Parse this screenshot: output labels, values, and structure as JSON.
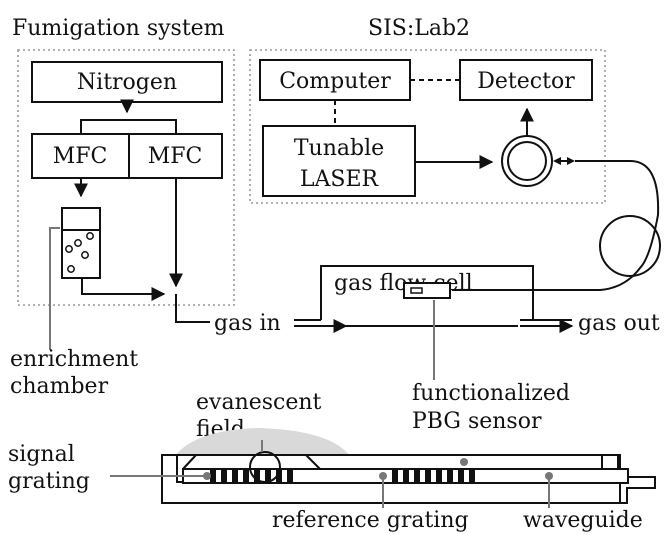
{
  "groups": {
    "fumigation": "Fumigation system",
    "sis": "SIS:Lab2"
  },
  "boxes": {
    "nitrogen": "Nitrogen",
    "mfc_left": "MFC",
    "mfc_right": "MFC",
    "computer": "Computer",
    "detector": "Detector",
    "laser_line1": "Tunable",
    "laser_line2": "LASER"
  },
  "labels": {
    "gas_flow_cell": "gas flow cell",
    "gas_in": "gas in",
    "gas_out": "gas out",
    "enrichment_line1": "enrichment",
    "enrichment_line2": "chamber",
    "evanescent_line1": "evanescent",
    "evanescent_line2": "field",
    "functionalized_line1": "functionalized",
    "functionalized_line2": "PBG sensor",
    "signal_line1": "signal",
    "signal_line2": "grating",
    "reference_grating": "reference grating",
    "waveguide": "waveguide"
  }
}
